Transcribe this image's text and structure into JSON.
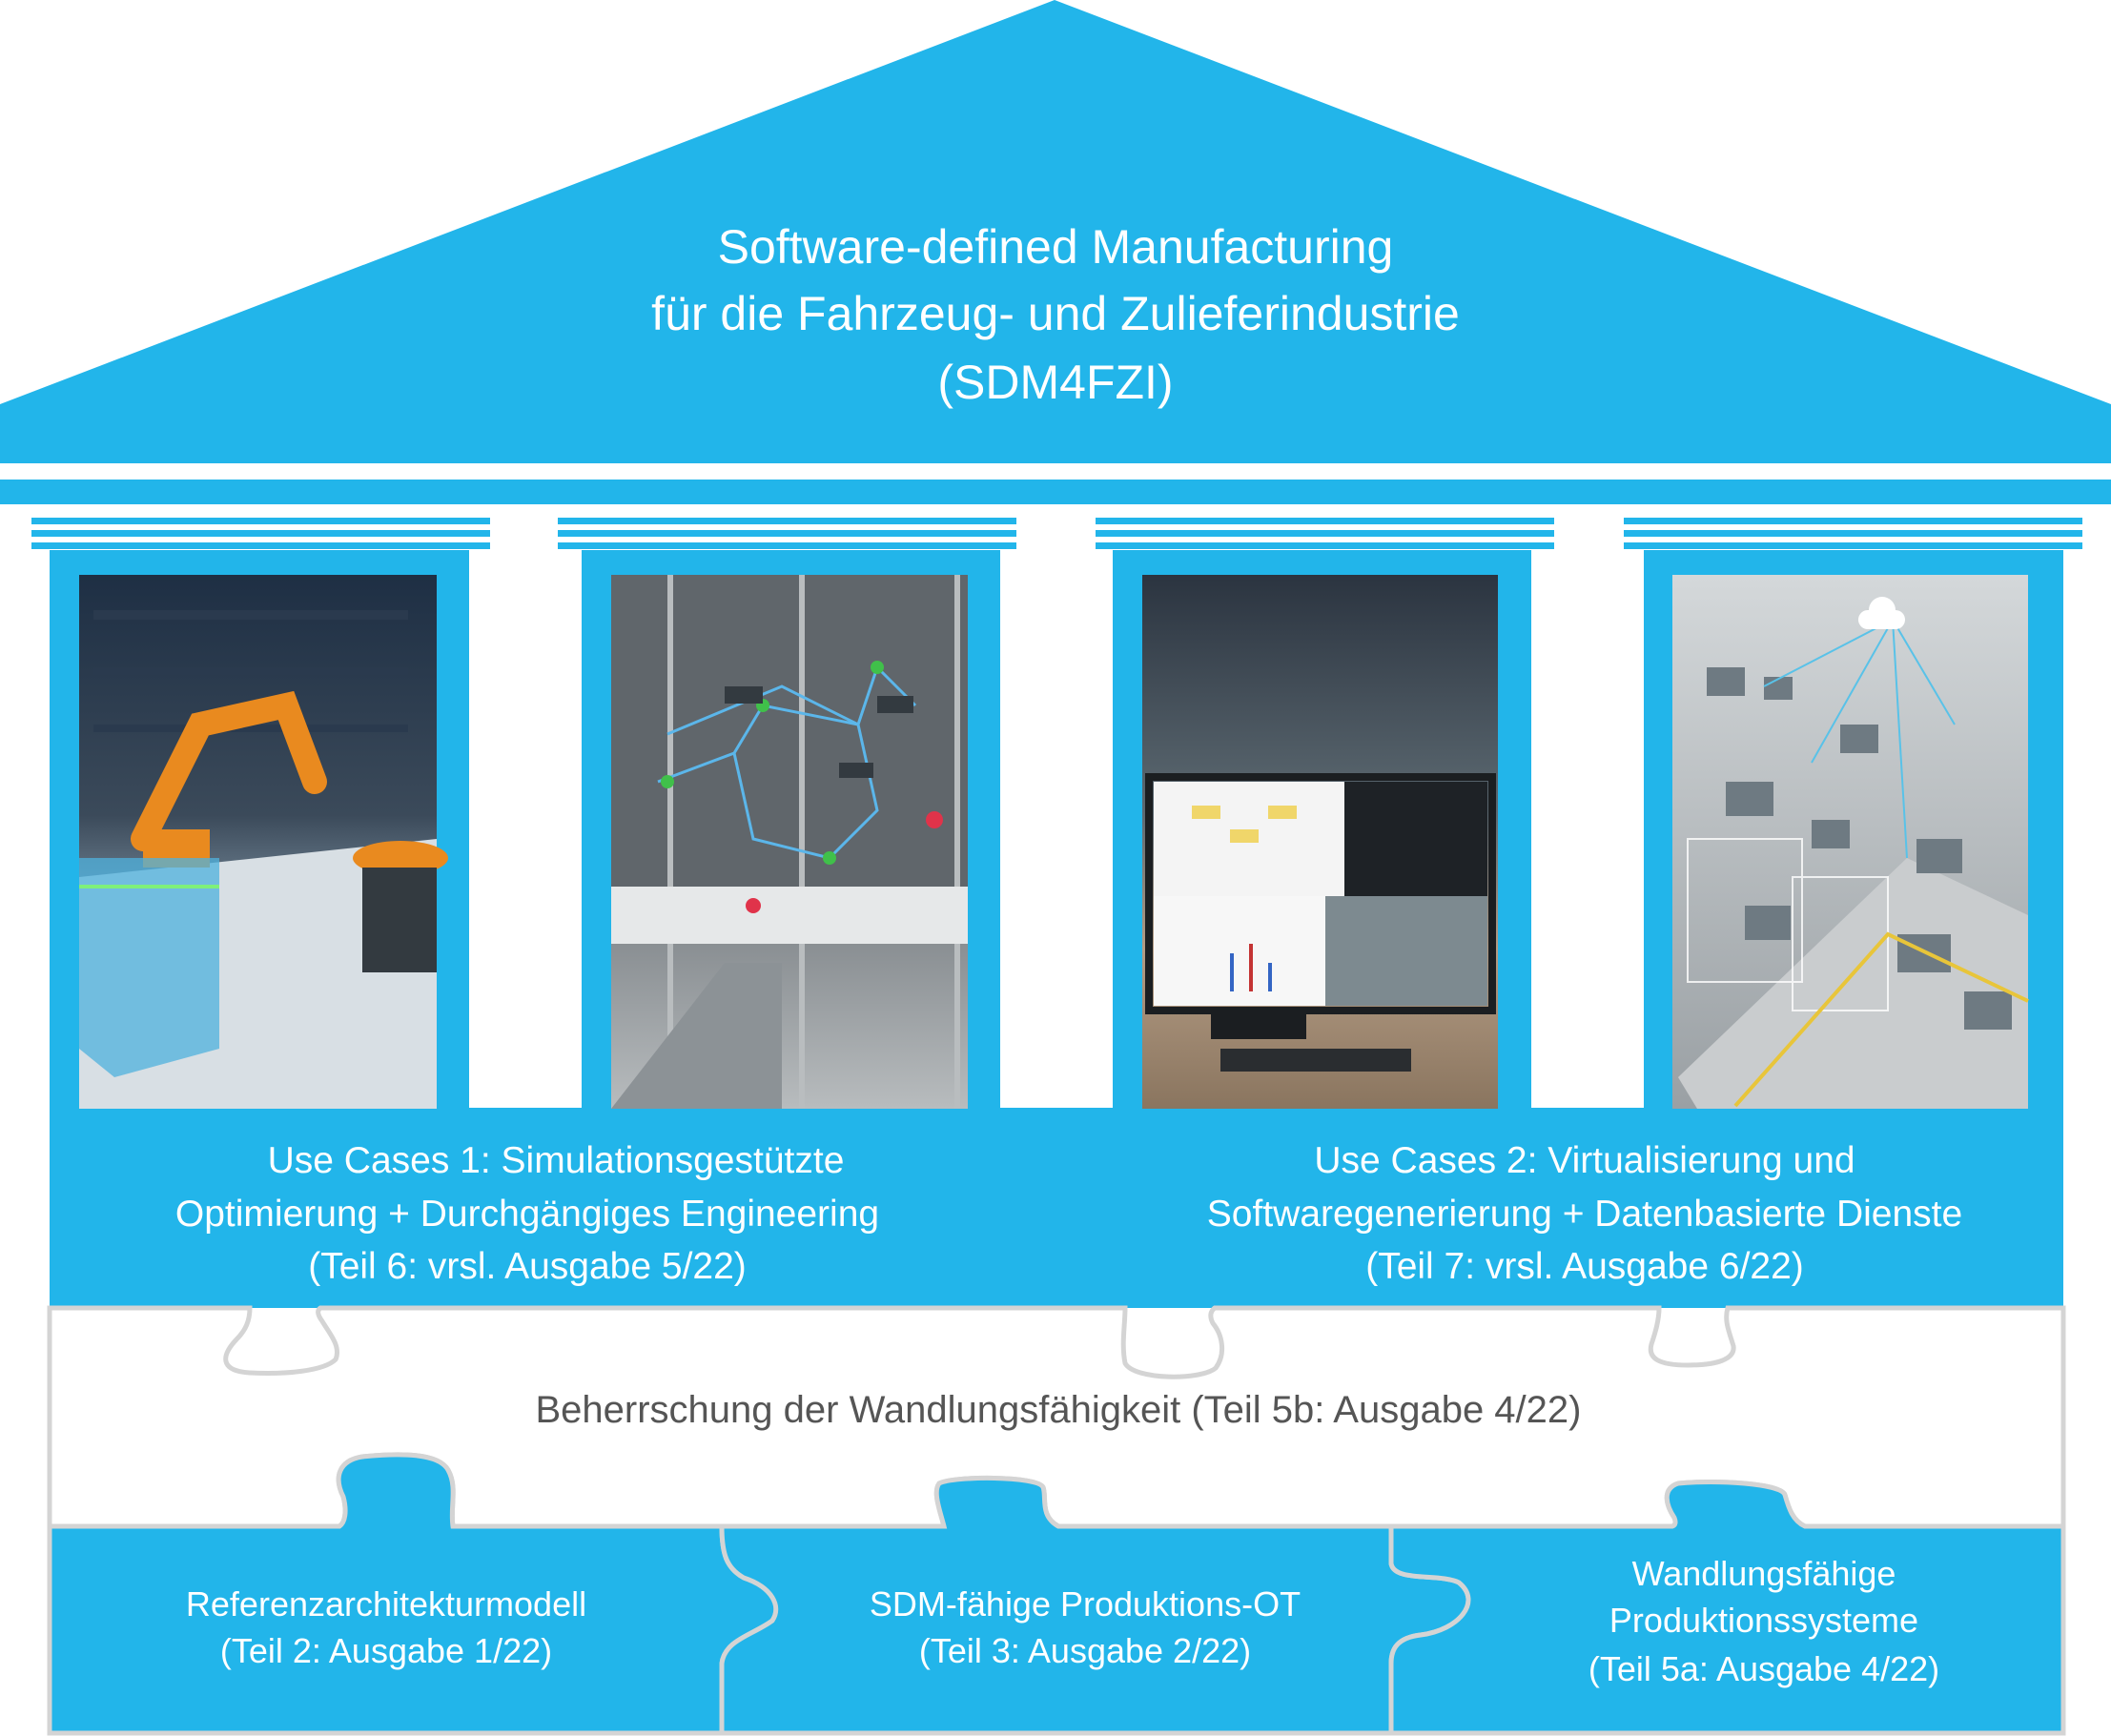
{
  "colors": {
    "primary_blue": "#22b5ea",
    "puzzle_outline": "#d4d4d4",
    "middle_text": "#555555",
    "label_text": "#ffffff"
  },
  "roof": {
    "line1": "Software-defined Manufacturing",
    "line2": "für die Fahrzeug- und Zulieferindustrie",
    "line3": "(SDM4FZI)"
  },
  "pillars": [
    {
      "image": "robot-welding-simulation-image"
    },
    {
      "image": "production-network-overlay-image"
    },
    {
      "image": "monitor-process-dashboard-image"
    },
    {
      "image": "factory-digital-twin-image"
    }
  ],
  "use_cases": [
    {
      "line1": "Use Cases 1: Simulationsgestützte",
      "line2": "Optimierung + Durchgängiges Engineering",
      "line3": "(Teil 6: vrsl. Ausgabe 5/22)"
    },
    {
      "line1": "Use Cases 2: Virtualisierung und",
      "line2": "Softwaregenerierung + Datenbasierte Dienste",
      "line3": "(Teil 7: vrsl. Ausgabe 6/22)"
    }
  ],
  "middle_piece": {
    "label": "Beherrschung der Wandlungsfähigkeit (Teil 5b: Ausgabe 4/22)"
  },
  "foundation": [
    {
      "line1": "Referenzarchitekturmodell",
      "line2": "(Teil 2: Ausgabe 1/22)"
    },
    {
      "line1": "SDM-fähige Produktions-OT",
      "line2": "(Teil 3: Ausgabe 2/22)"
    },
    {
      "line1": "Wandlungsfähige",
      "line2": "Produktionssysteme",
      "line3": "(Teil 5a: Ausgabe 4/22)"
    }
  ]
}
